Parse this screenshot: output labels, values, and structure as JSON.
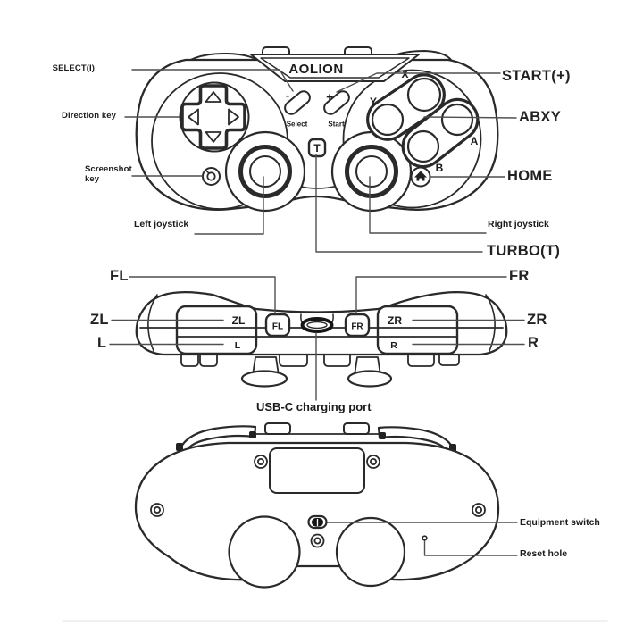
{
  "ink": "#2a2a2a",
  "pointer": "#4f4f4f",
  "front": {
    "brand": "AOLION",
    "labels": {
      "select": "SELECT(I)",
      "direction": "Direction key",
      "screenshot": "Screenshot key",
      "left_joystick": "Left joystick",
      "start": "START(+)",
      "abxy": "ABXY",
      "home": "HOME",
      "right_joystick": "Right joystick",
      "turbo": "TURBO(T)"
    },
    "buttons": {
      "minus": "-",
      "plus": "+",
      "select_caption": "Select",
      "start_caption": "Start",
      "turbo": "T",
      "x": "X",
      "y": "Y",
      "a": "A",
      "b": "B"
    }
  },
  "top": {
    "labels": {
      "fl": "FL",
      "fr": "FR",
      "zl": "ZL",
      "zr": "ZR",
      "l": "L",
      "r": "R",
      "usb": "USB-C charging port"
    },
    "buttons": {
      "zl": "ZL",
      "l": "L",
      "fl": "FL",
      "fr": "FR",
      "zr": "ZR",
      "r": "R"
    }
  },
  "back": {
    "labels": {
      "equipment": "Equipment switch",
      "reset": "Reset hole"
    }
  }
}
